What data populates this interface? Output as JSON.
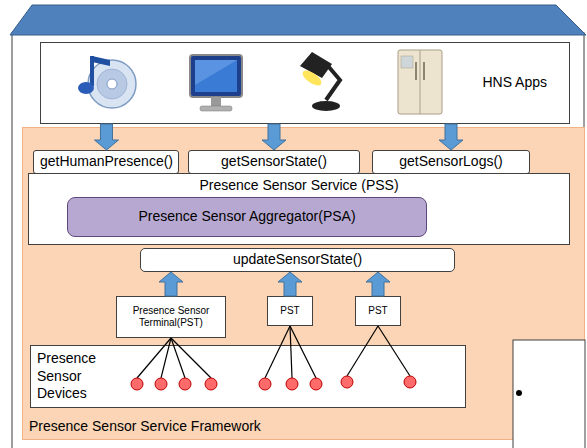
{
  "diagram": {
    "nodes": [
      {
        "text": [
          "HNS Apps"
        ]
      },
      {
        "text": [
          "Presence Sensor Service Framework"
        ]
      },
      {
        "text": [
          "getHumanPresence()"
        ],
        "in": 1
      },
      {
        "text": [
          "getSensorState()"
        ],
        "in": 1
      },
      {
        "text": [
          "getSensorLogs()"
        ],
        "in": 1
      },
      {
        "text": [
          "Presence Sensor Service (PSS)"
        ],
        "in": 1
      },
      {
        "text": [
          "Presence Sensor Aggregator(PSA)"
        ],
        "in": 5
      },
      {
        "text": [
          "updateSensorState()"
        ],
        "in": 1
      },
      {
        "text": [
          "Presence Sensor Terminal(PST)"
        ],
        "in": 1
      },
      {
        "text": [
          "PST"
        ],
        "in": 1
      },
      {
        "text": [
          "PST"
        ],
        "in": 1
      },
      {
        "text": [
          "Presence Sensor Devices"
        ],
        "in": 1
      }
    ],
    "edges": [
      {
        "from": 0,
        "to": 2,
        "arrow": "to"
      },
      {
        "from": 0,
        "to": 3,
        "arrow": "to"
      },
      {
        "from": 0,
        "to": 4,
        "arrow": "to"
      },
      {
        "from": 8,
        "to": 7,
        "arrow": "to"
      },
      {
        "from": 9,
        "to": 7,
        "arrow": "to"
      },
      {
        "from": 10,
        "to": 7,
        "arrow": "to"
      }
    ]
  }
}
